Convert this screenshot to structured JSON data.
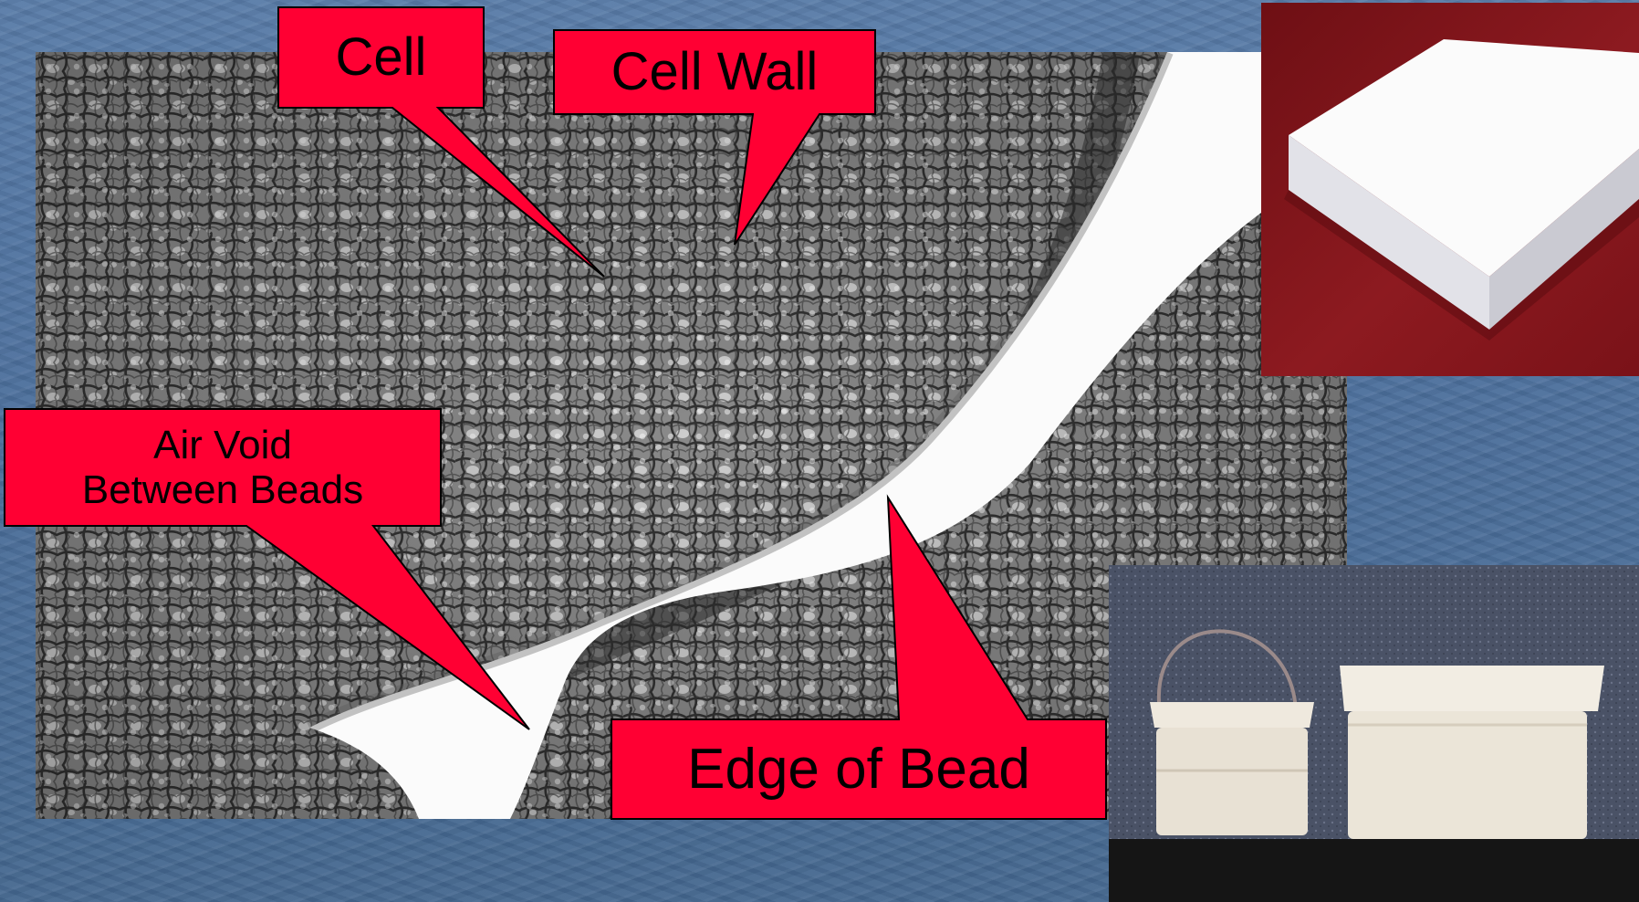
{
  "slide": {
    "background_color": "#4a6d9a",
    "callout_fill": "#ff0033",
    "callout_stroke": "#000000"
  },
  "callouts": {
    "cell": "Cell",
    "cell_wall": "Cell Wall",
    "air_void": "Air Void\nBetween Beads",
    "edge_of_bead": "Edge of Bead"
  },
  "images": {
    "micrograph": "foam-bead-micrograph",
    "block": "white-foam-block",
    "containers": "foam-containers"
  }
}
